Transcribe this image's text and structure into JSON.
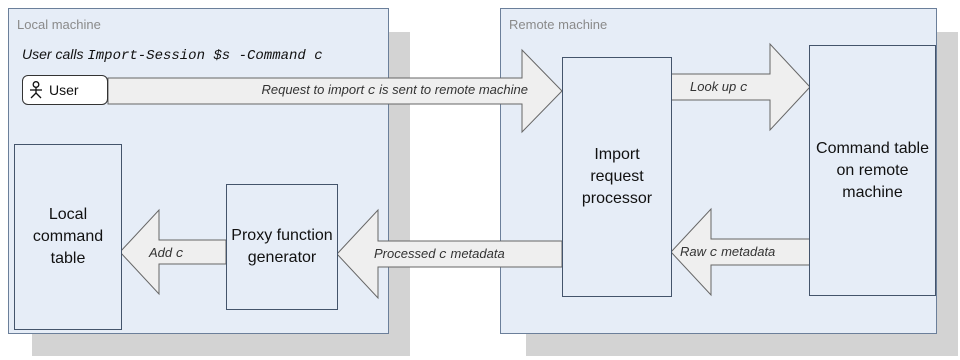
{
  "local_machine": {
    "title": "Local machine",
    "call_prefix": "User calls",
    "call_code": "Import-Session $s -Command c",
    "user_label": "User",
    "local_table": "Local command table",
    "proxy_generator": "Proxy function generator"
  },
  "remote_machine": {
    "title": "Remote machine",
    "import_processor": "Import request processor",
    "remote_table": "Command table on remote machine"
  },
  "arrows": {
    "request": {
      "before": "Request to import",
      "var": "c",
      "after": "is sent to remote machine"
    },
    "lookup": {
      "before": "Look up",
      "var": "c",
      "after": ""
    },
    "raw": {
      "before": "Raw",
      "var": "c",
      "after": "metadata"
    },
    "processed": {
      "before": "Processed",
      "var": "c",
      "after": "metadata"
    },
    "add": {
      "before": "Add",
      "var": "c",
      "after": ""
    }
  },
  "colors": {
    "panel_fill": "#e6edf7",
    "arrow_fill": "#efefef",
    "shadow": "#d3d3d3"
  }
}
